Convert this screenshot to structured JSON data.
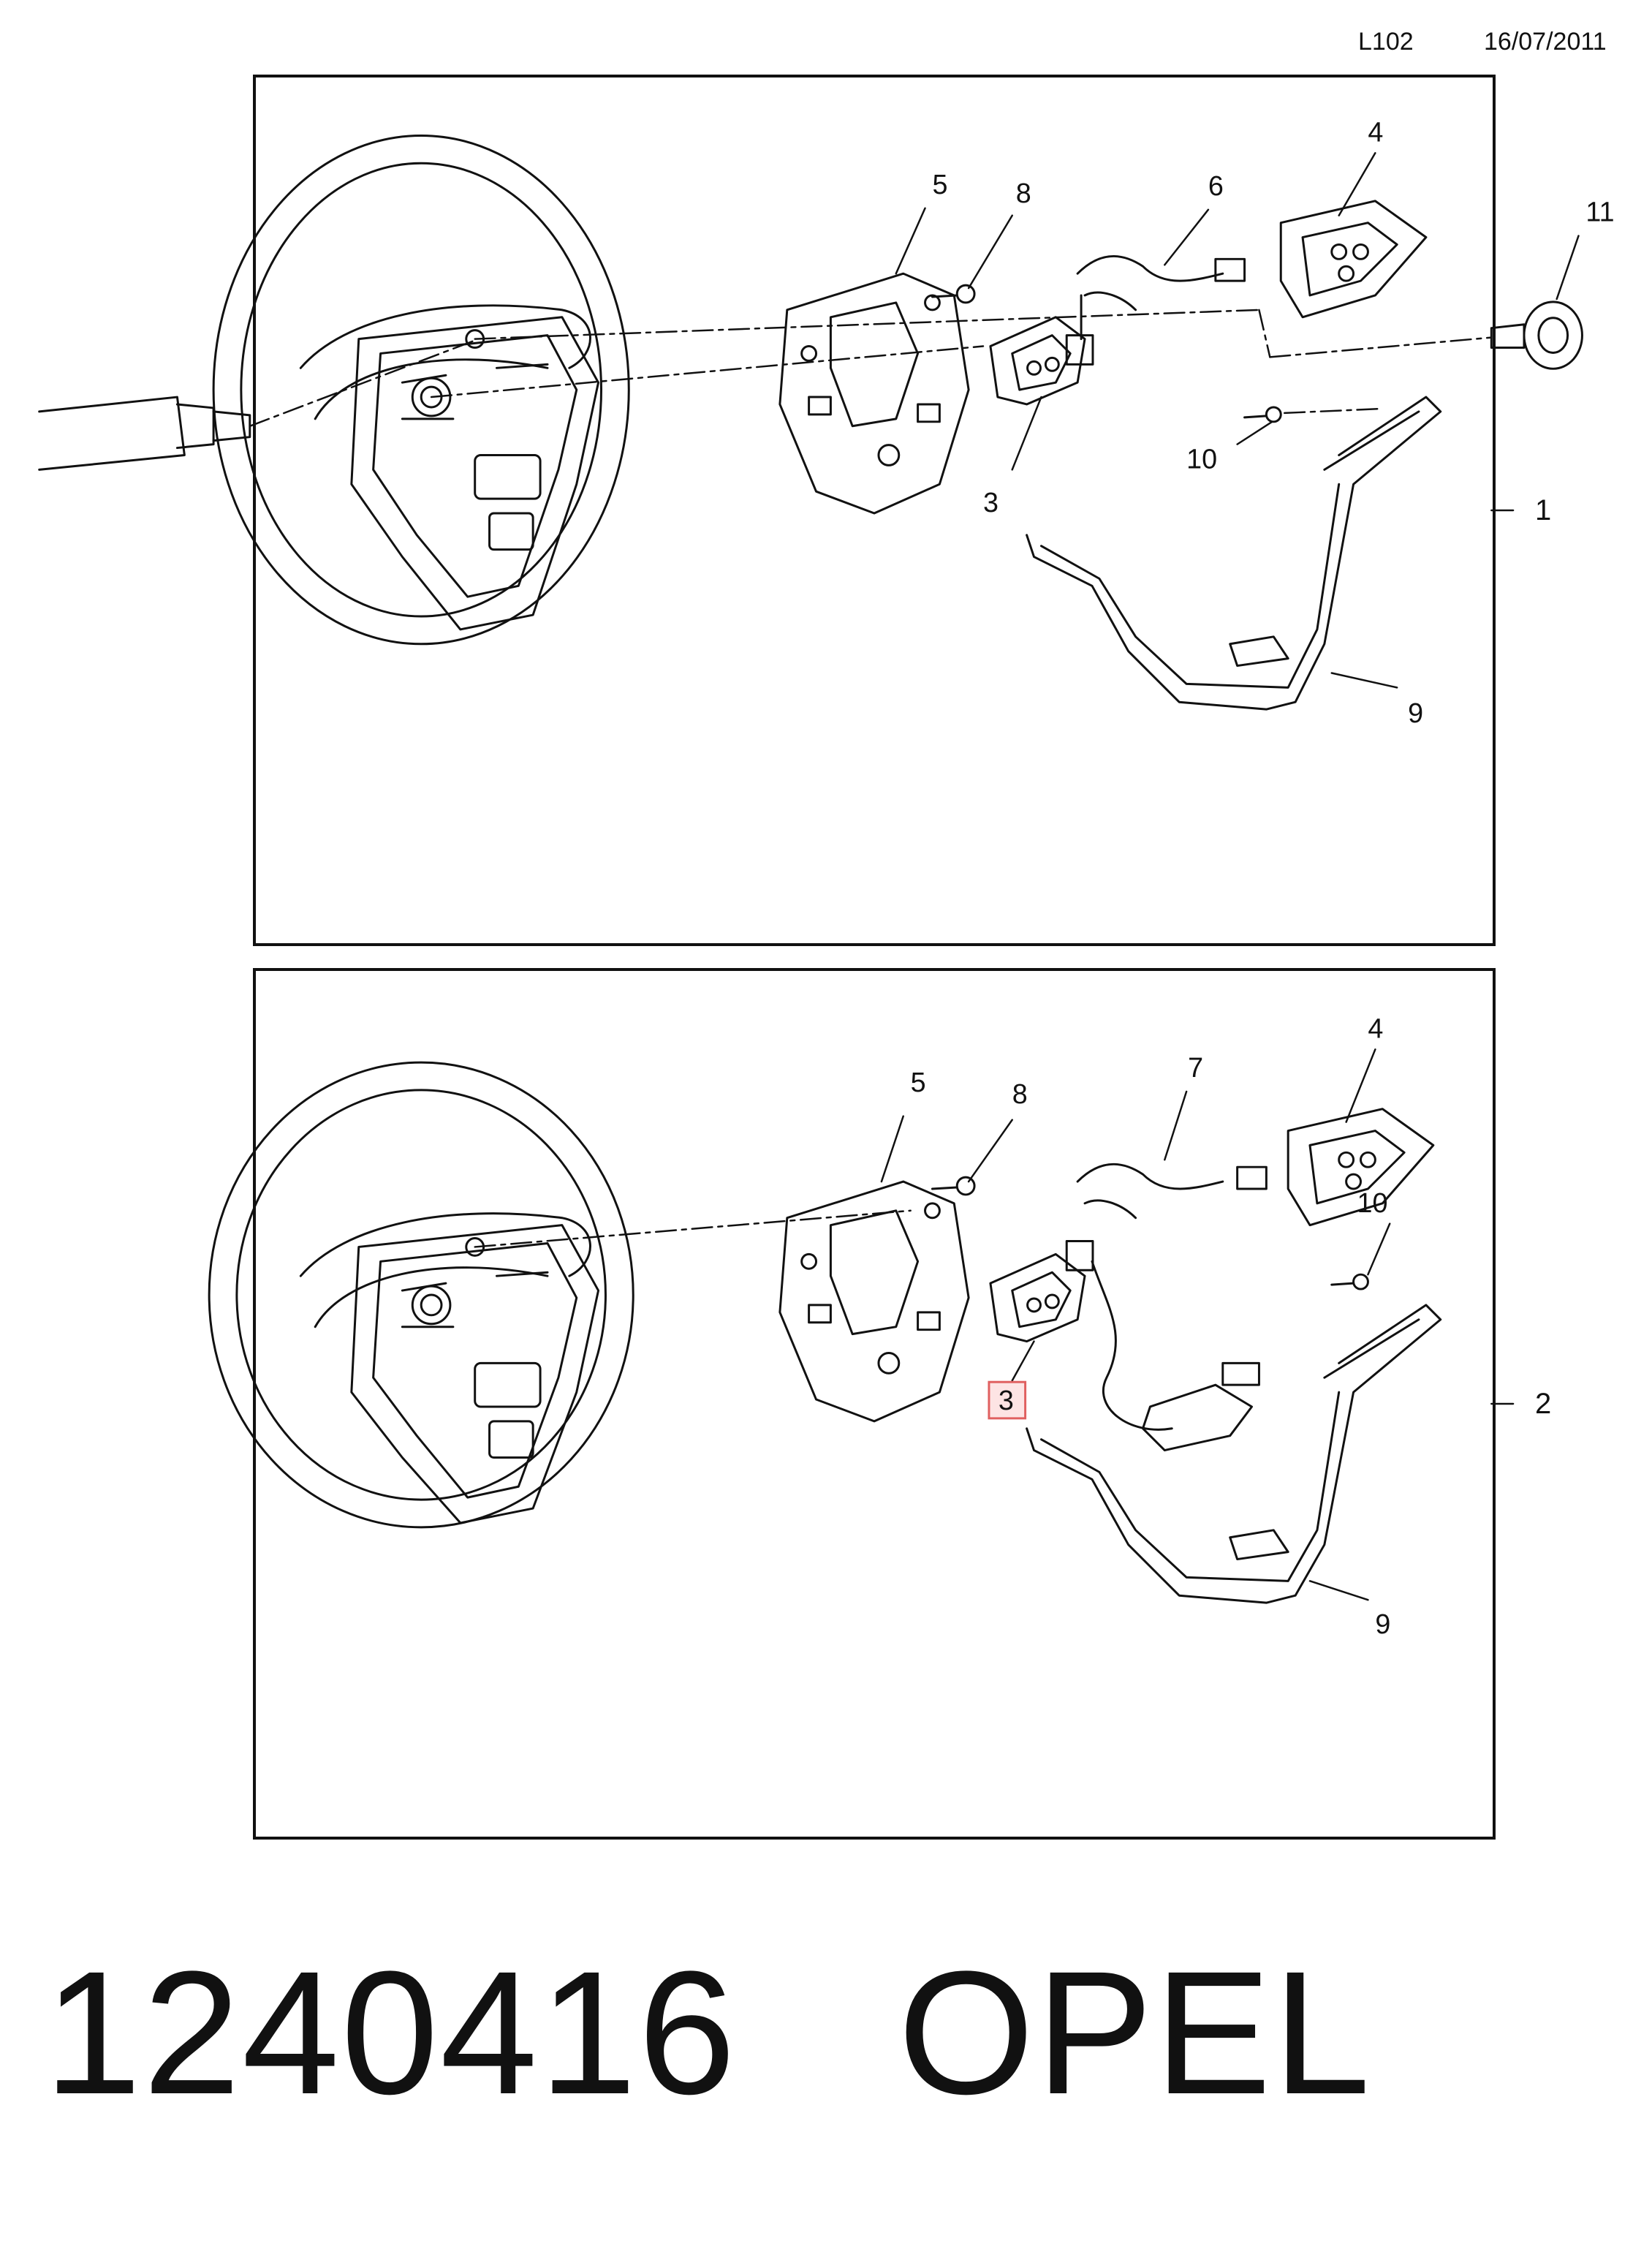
{
  "header": {
    "page_code": "L102",
    "date": "16/07/2011"
  },
  "panel1": {
    "variant_label": "1",
    "callouts": {
      "c5": "5",
      "c8": "8",
      "c6": "6",
      "c4": "4",
      "c11": "11",
      "c10": "10",
      "c3": "3",
      "c9": "9"
    }
  },
  "panel2": {
    "variant_label": "2",
    "callouts": {
      "c5": "5",
      "c8": "8",
      "c7": "7",
      "c4": "4",
      "c10": "10",
      "c3": "3",
      "c9": "9"
    },
    "highlighted_callout": "3"
  },
  "footer": {
    "part_number": "1240416",
    "brand": "OPEL"
  },
  "colors": {
    "line": "#111111",
    "highlight_border": "#e06060",
    "highlight_fill": "#fde4e4"
  }
}
